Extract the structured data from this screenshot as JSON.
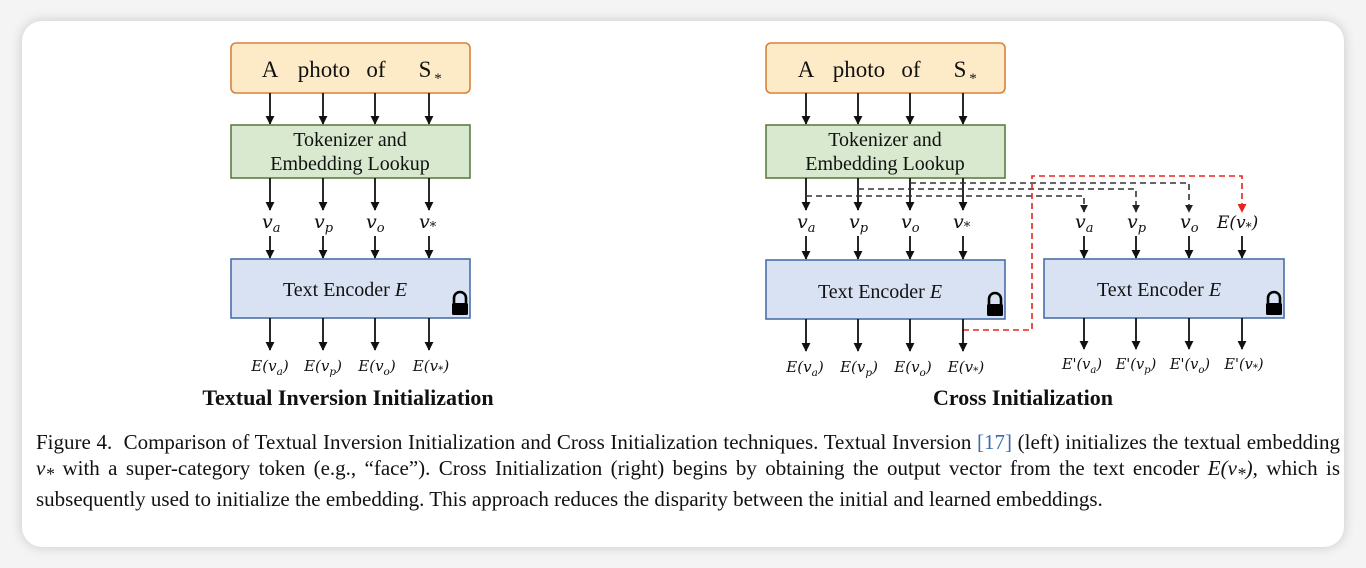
{
  "figure": {
    "left_panel": {
      "input_box": {
        "words": [
          "A",
          "photo",
          "of",
          "S"
        ],
        "subscript": "*"
      },
      "tokenizer_box": {
        "line1": "Tokenizer and",
        "line2": "Embedding Lookup"
      },
      "embeddings": [
        {
          "base": "v",
          "sub": "a"
        },
        {
          "base": "v",
          "sub": "p"
        },
        {
          "base": "v",
          "sub": "o"
        },
        {
          "base": "v",
          "sub": "*"
        }
      ],
      "encoder_box": {
        "label": "Text Encoder",
        "symbol": "E",
        "icon": "lock-icon"
      },
      "outputs": [
        "E(v_a)",
        "E(v_p)",
        "E(v_o)",
        "E(v_*)"
      ],
      "title": "Textual Inversion Initialization"
    },
    "right_panel": {
      "input_box": {
        "words": [
          "A",
          "photo",
          "of",
          "S"
        ],
        "subscript": "*"
      },
      "tokenizer_box": {
        "line1": "Tokenizer and",
        "line2": "Embedding Lookup"
      },
      "embeddings": [
        {
          "base": "v",
          "sub": "a"
        },
        {
          "base": "v",
          "sub": "p"
        },
        {
          "base": "v",
          "sub": "o"
        },
        {
          "base": "v",
          "sub": "*"
        }
      ],
      "encoder_box": {
        "label": "Text Encoder",
        "symbol": "E",
        "icon": "lock-icon"
      },
      "outputs": [
        "E(v_a)",
        "E(v_p)",
        "E(v_o)",
        "E(v_*)"
      ],
      "second_embeddings": [
        {
          "base": "v",
          "sub": "a"
        },
        {
          "base": "v",
          "sub": "p"
        },
        {
          "base": "v",
          "sub": "o"
        },
        {
          "base": "E(v",
          "sub": "*",
          "suffix": ")"
        }
      ],
      "second_encoder_box": {
        "label": "Text Encoder",
        "symbol": "E",
        "icon": "lock-icon"
      },
      "second_outputs": [
        "E'(v_a)",
        "E'(v_p)",
        "E'(v_o)",
        "E'(v_*)"
      ],
      "title": "Cross Initialization"
    },
    "colors": {
      "input_fill": "#fdebc8",
      "input_stroke": "#d8823a",
      "tokenizer_fill": "#d8e9cf",
      "tokenizer_stroke": "#5b7f43",
      "encoder_fill": "#d9e2f3",
      "encoder_stroke": "#4a6fa8",
      "cross_arrow": "#e8231c",
      "copy_arrow": "#333333"
    }
  },
  "caption": {
    "label": "Figure 4.",
    "part1": "Comparison of Textual Inversion Initialization and Cross Initialization techniques. Textual Inversion ",
    "ref": "[17]",
    "part2": " (left) initializes the textual embedding ",
    "math1": "v",
    "math1_sub": "*",
    "part3": " with a super-category token (e.g., “face”). Cross Initialization (right) begins by obtaining the output vector from the text encoder ",
    "math2": "E(v",
    "math2_sub": "*",
    "math2_end": ")",
    "part4": ", which is subsequently used to initialize the embedding. This approach reduces the disparity between the initial and learned embeddings."
  }
}
